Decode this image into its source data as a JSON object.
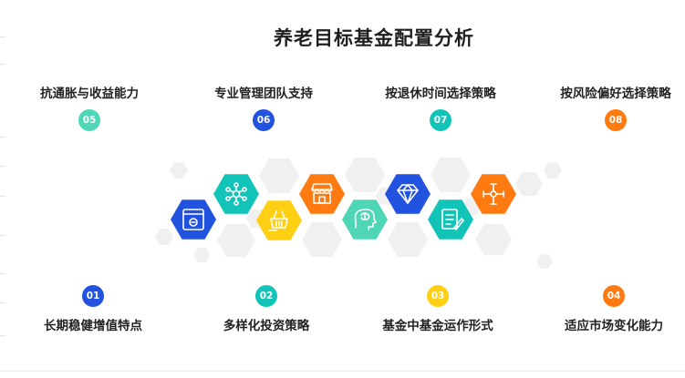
{
  "title": "养老目标基金配置分析",
  "colors": {
    "blue": "#2152e0",
    "mint": "#4fd6b6",
    "teal": "#12c4b8",
    "yellow": "#ffcf14",
    "orange": "#ff7a10",
    "grey_hex": "#f0f0f0"
  },
  "top_items": [
    {
      "num": "05",
      "label": "抗通胀与收益能力",
      "color": "mint"
    },
    {
      "num": "06",
      "label": "专业管理团队支持",
      "color": "blue"
    },
    {
      "num": "07",
      "label": "按退休时间选择策略",
      "color": "teal"
    },
    {
      "num": "08",
      "label": "按风险偏好选择策略",
      "color": "orange"
    }
  ],
  "bottom_items": [
    {
      "num": "01",
      "label": "长期稳健增值特点",
      "color": "blue"
    },
    {
      "num": "02",
      "label": "多样化投资策略",
      "color": "teal"
    },
    {
      "num": "03",
      "label": "基金中基金运作形式",
      "color": "yellow"
    },
    {
      "num": "04",
      "label": "适应市场变化能力",
      "color": "orange"
    }
  ],
  "hex_icons": [
    {
      "name": "tablet-screen-icon",
      "color": "blue"
    },
    {
      "name": "network-nodes-icon",
      "color": "teal"
    },
    {
      "name": "hand-basket-icon",
      "color": "yellow"
    },
    {
      "name": "storefront-icon",
      "color": "orange"
    },
    {
      "name": "head-brain-icon",
      "color": "mint"
    },
    {
      "name": "diamond-icon",
      "color": "blue"
    },
    {
      "name": "checklist-icon",
      "color": "teal"
    },
    {
      "name": "move-cross-icon",
      "color": "orange"
    }
  ]
}
